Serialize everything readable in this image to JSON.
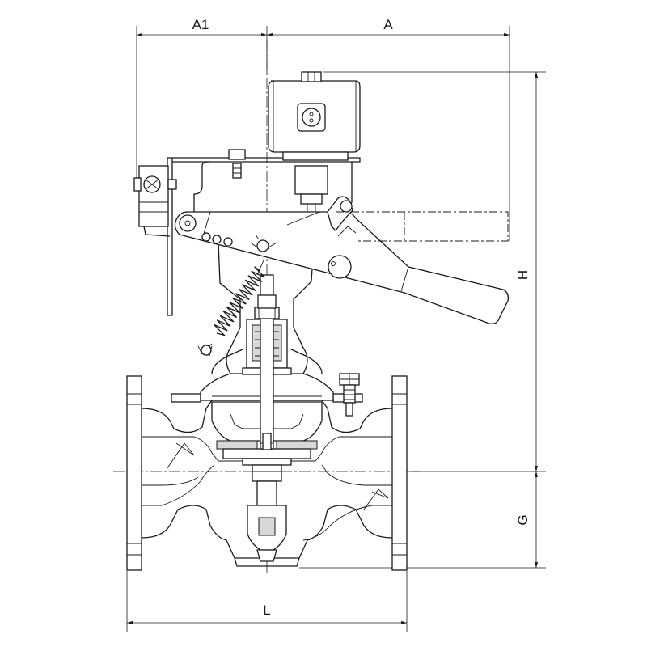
{
  "dimensions": {
    "A1": "A1",
    "A": "A",
    "H": "H",
    "G": "G",
    "L": "L"
  }
}
